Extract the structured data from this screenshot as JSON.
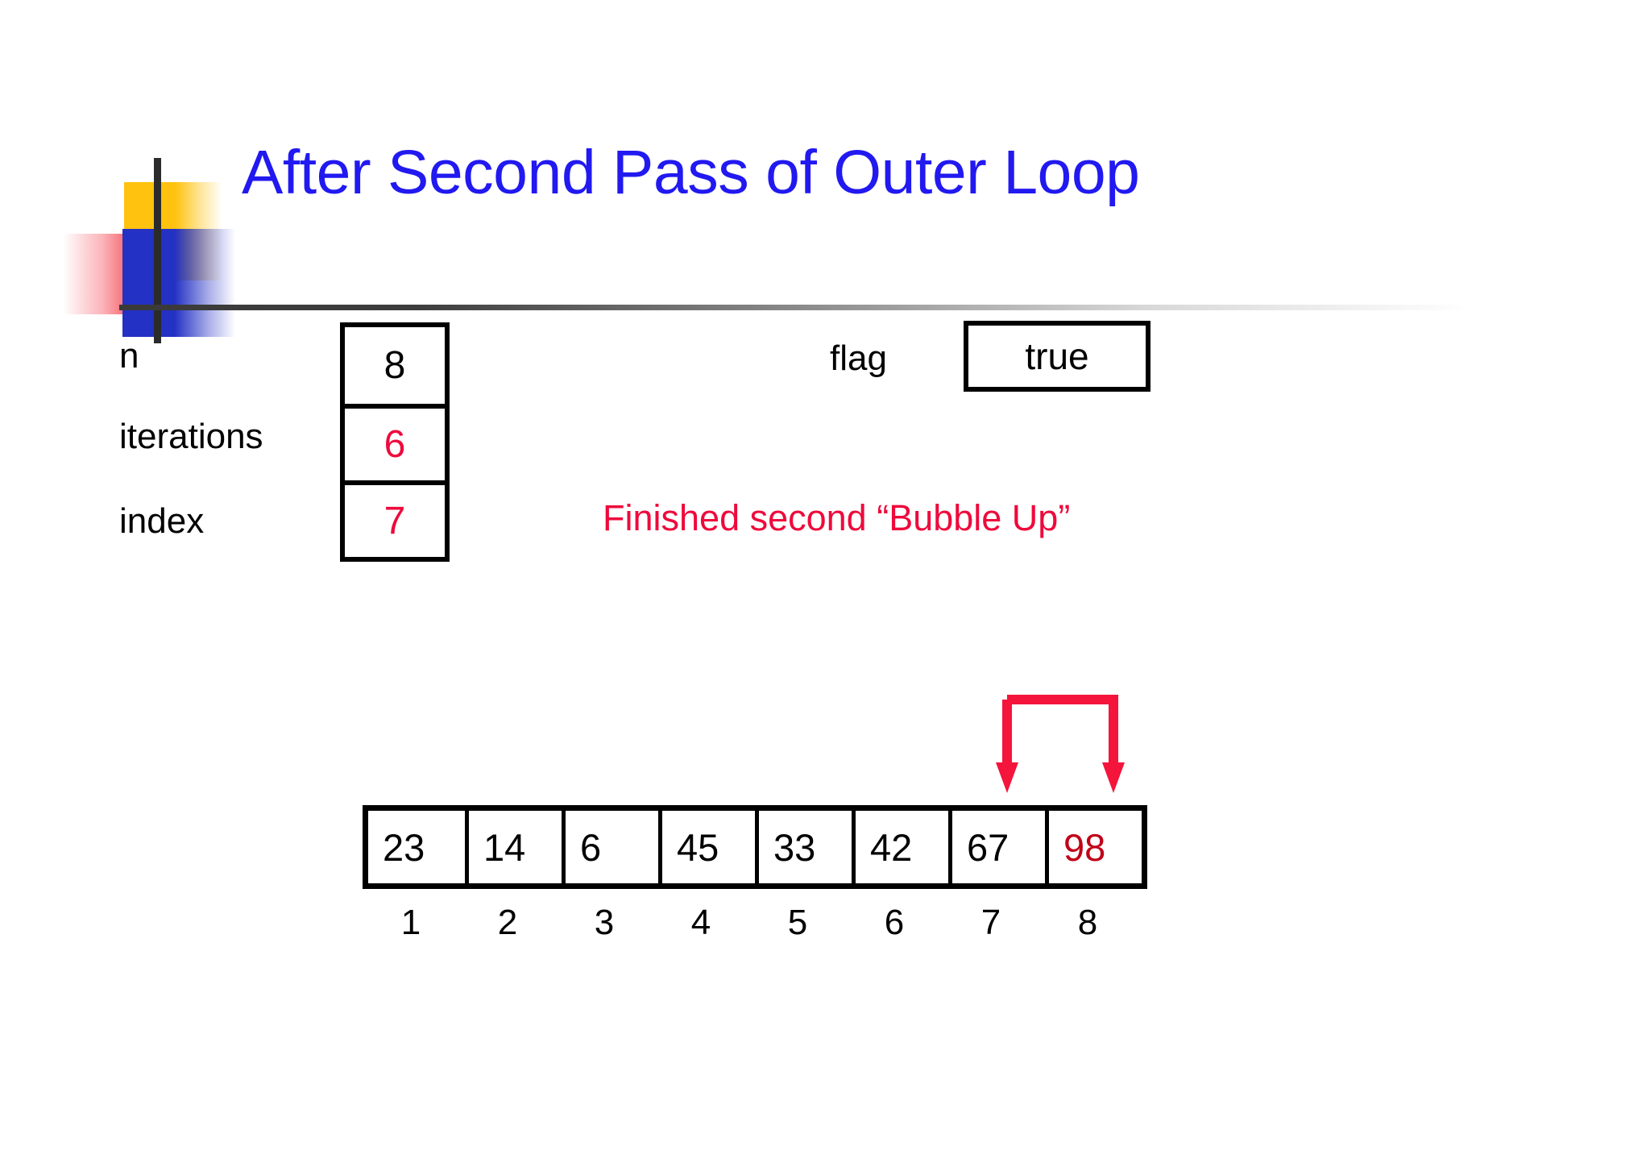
{
  "slide": {
    "title": "After Second Pass of Outer Loop"
  },
  "variables": [
    {
      "label": "n",
      "value": "8",
      "value_color": "black"
    },
    {
      "label": "iterations",
      "value": "6",
      "value_color": "red"
    },
    {
      "label": "index",
      "value": "7",
      "value_color": "red"
    }
  ],
  "flag": {
    "label": "flag",
    "value": "true"
  },
  "note": {
    "text": "Finished second “Bubble Up”"
  },
  "array": {
    "cells": [
      {
        "value": "23",
        "color": "black"
      },
      {
        "value": "14",
        "color": "black"
      },
      {
        "value": "6",
        "color": "black"
      },
      {
        "value": "45",
        "color": "black"
      },
      {
        "value": "33",
        "color": "black"
      },
      {
        "value": "42",
        "color": "black"
      },
      {
        "value": "67",
        "color": "black"
      },
      {
        "value": "98",
        "color": "red"
      }
    ],
    "indices": [
      "1",
      "2",
      "3",
      "4",
      "5",
      "6",
      "7",
      "8"
    ]
  },
  "annotation": {
    "swap_arrow_icon": "swap-bracket-arrow-icon",
    "targets": [
      "7",
      "8"
    ]
  },
  "colors": {
    "title_blue": "#2119F0",
    "accent_red": "#EE0A3C",
    "array_highlight_red": "#C00018",
    "text_black": "#000000",
    "logo_yellow": "#FFC20E",
    "logo_red": "#F32735",
    "logo_blue": "#2331C4"
  }
}
